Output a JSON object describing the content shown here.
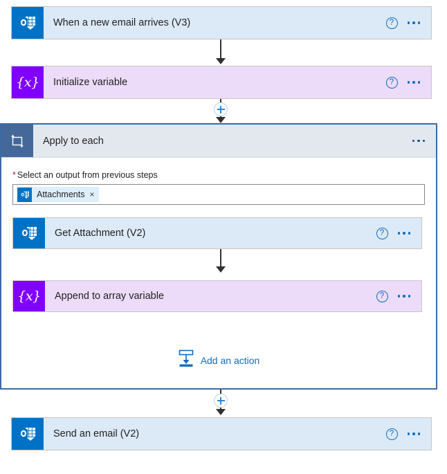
{
  "flow": {
    "trigger": {
      "title": "When a new email arrives (V3)",
      "icon": "outlook-icon",
      "help_label": "?",
      "accent": "#0072c6",
      "background": "#dceaf7"
    },
    "steps": [
      {
        "title": "Initialize variable",
        "icon": "variables-icon",
        "glyph": "{x}",
        "help_label": "?",
        "accent": "#8000ff",
        "background": "#ecdcfa"
      }
    ],
    "scope": {
      "title": "Apply to each",
      "icon": "loop-icon",
      "accent": "#44689a",
      "header_background": "#e3e8ef",
      "border_color": "#3a6ba5",
      "field": {
        "label": "Select an output from previous steps",
        "required_marker": "*",
        "token": {
          "text": "Attachments",
          "icon": "outlook-icon",
          "remove_label": "×"
        }
      },
      "actions": [
        {
          "title": "Get Attachment (V2)",
          "icon": "outlook-icon",
          "help_label": "?",
          "accent": "#0072c6",
          "background": "#dceaf7"
        },
        {
          "title": "Append to array variable",
          "icon": "variables-icon",
          "glyph": "{x}",
          "help_label": "?",
          "accent": "#8000ff",
          "background": "#ecdcfa"
        }
      ],
      "add_action": {
        "label": "Add an action",
        "icon": "insert-action-icon",
        "color": "#0f6cbd"
      }
    },
    "final": {
      "title": "Send an email (V2)",
      "icon": "outlook-icon",
      "help_label": "?",
      "accent": "#0072c6",
      "background": "#dceaf7"
    },
    "insert_buttons": [
      {
        "label": "+"
      },
      {
        "label": "+"
      }
    ]
  }
}
